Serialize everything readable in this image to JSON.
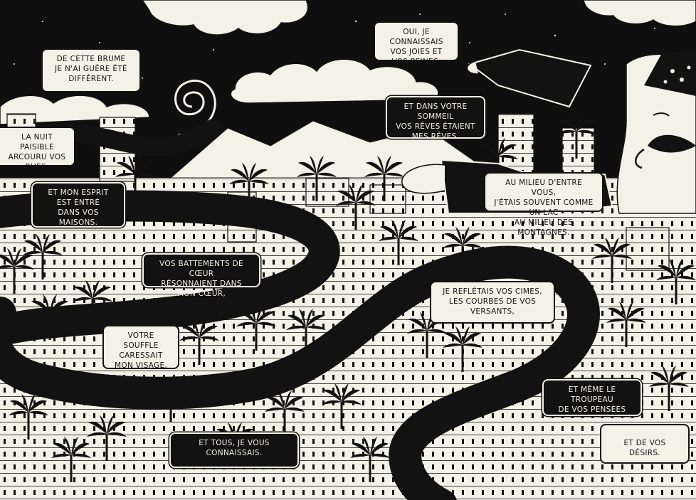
{
  "colors": {
    "ink": "#121212",
    "paper": "#f4f1e6",
    "sky": "#0f0f0f"
  },
  "panel": {
    "character": "turbaned-man-icon",
    "motif": [
      "palm-icon",
      "kasbah-building-icon",
      "winding-river",
      "cloud-icon",
      "star-icon",
      "spiral-icon"
    ]
  },
  "bubbles": [
    {
      "id": "b1",
      "text": "De cette brume\nje n'ai guère été\ndifférent."
    },
    {
      "id": "b2",
      "text": "la nuit paisible\narcouru vos rues,"
    },
    {
      "id": "b3",
      "text": "et mon esprit\nest entré\ndans vos maisons."
    },
    {
      "id": "b4",
      "text": "Oui, je connaissais\nvos joies et vos peines,"
    },
    {
      "id": "b5",
      "text": "et dans votre sommeil\nvos rêves étaient\nmes rêves."
    },
    {
      "id": "b6",
      "text": "Au milieu d'entre vous,\nj'étais souvent comme un lac\nau milieu des montagnes."
    },
    {
      "id": "b7",
      "text": "Vos battements de cœur\nrésonnaient dans mon cœur,"
    },
    {
      "id": "b8",
      "text": "Je reflétais vos cimes,\nles courbes de vos versants,"
    },
    {
      "id": "b9",
      "text": "votre souffle\ncaressait\nmon visage,"
    },
    {
      "id": "b10",
      "text": "et même le troupeau\nde vos pensées"
    },
    {
      "id": "b11",
      "text": "et tous, je vous connaissais."
    },
    {
      "id": "b12",
      "text": "et de vos désirs."
    }
  ]
}
